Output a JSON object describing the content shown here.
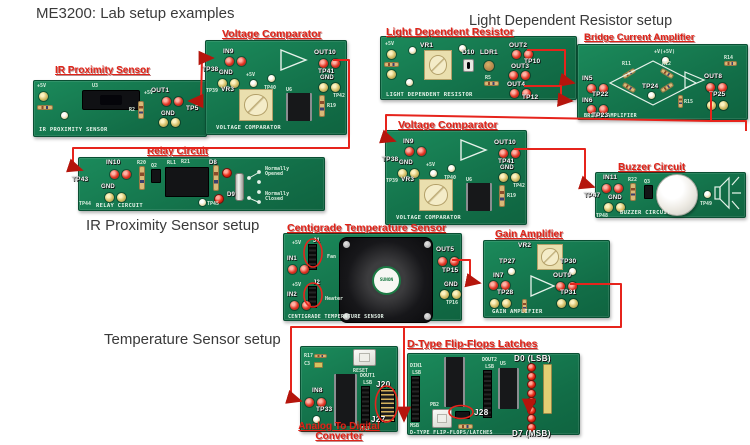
{
  "page": {
    "title": "ME3200:  Lab setup examples"
  },
  "section_titles": {
    "ldr": "Light Dependent Resistor setup",
    "ir": "IR Proximity Sensor setup",
    "temp": "Temperature Sensor setup"
  },
  "colors": {
    "board_green": "#15774e",
    "label_red": "#e02318",
    "wire_red": "#e6241c",
    "pad_red": "#e03322",
    "pad_yellow": "#d3bd64",
    "title_gray": "#3a3a3a"
  },
  "boards": {
    "ir_proximity": {
      "label": "IR Proximity Sensor",
      "silkscreen": "IR PROXIMITY SENSOR",
      "pins": {
        "p5v": "+5V",
        "u3": "U3",
        "r2": "R2",
        "out1": "OUT1",
        "tp5": "TP5",
        "gnd": "GND"
      }
    },
    "voltage_comparator": {
      "label": "Voltage Comparator",
      "silkscreen": "VOLTAGE COMPARATOR",
      "pins": {
        "in9": "IN9",
        "tp38": "TP38",
        "gnd": "GND",
        "tp39": "TP39",
        "p5v": "+5V",
        "vr3": "VR3",
        "tp40": "TP40",
        "u6": "U6",
        "r19": "R19",
        "out10": "OUT10",
        "tp41": "TP41",
        "tp42": "TP42"
      }
    },
    "light_dependent_resistor": {
      "label": "Light Dependent Resistor",
      "silkscreen": "LIGHT DEPENDENT RESISTOR",
      "pins": {
        "p5v": "+5V",
        "vr1": "VR1",
        "d10": "D10",
        "ldr1": "LDR1",
        "out2": "OUT2",
        "tp10": "TP10",
        "out3": "OUT3",
        "out4": "OUT4",
        "tp12": "TP12",
        "r5": "R5"
      }
    },
    "bridge_current_amplifier": {
      "label": "Bridge Current Amplifier",
      "silkscreen": "BRIDGE AMPLIFIER",
      "pins": {
        "pv": "+V(+5V)",
        "r11": "R11",
        "r12": "R12",
        "r14": "R14",
        "r15": "R15",
        "in5": "IN5",
        "tp22": "TP22",
        "in6": "IN6",
        "tp23": "TP23",
        "tp24": "TP24",
        "out8": "OUT8",
        "tp25": "TP25"
      }
    },
    "relay_circuit": {
      "label": "Relay Circuit",
      "silkscreen": "RELAY CIRCUIT",
      "pins": {
        "in10": "IN10",
        "tp43": "TP43",
        "gnd": "GND",
        "tp44": "TP44",
        "r20": "R20",
        "q2": "Q2",
        "rl1": "RL1",
        "r21": "R21",
        "d8": "D8",
        "tp45": "TP45",
        "d9": "D9",
        "normally_opened": "Normally Opened",
        "normally_closed": "Normally Closed"
      }
    },
    "buzzer_circuit": {
      "label": "Buzzer Circuit",
      "silkscreen": "BUZZER CIRCUIT",
      "pins": {
        "in11": "IN11",
        "tp47": "TP47",
        "gnd": "GND",
        "tp48": "TP48",
        "r22": "R22",
        "q3": "Q3",
        "tp49": "TP49"
      }
    },
    "centigrade_temperature_sensor": {
      "label": "Centigrade Temperature Sensor",
      "silkscreen": "CENTIGRADE TEMPERATURE SENSOR",
      "pins": {
        "p5v": "+5V",
        "j1": "J1",
        "in1": "IN1",
        "fan": "Fan",
        "j2": "J2",
        "in2": "IN2",
        "heater": "Heater",
        "out5": "OUT5",
        "tp15": "TP15",
        "gnd": "GND",
        "tp16": "TP16",
        "sunon": "SUNON"
      }
    },
    "gain_amplifier": {
      "label": "Gain Amplifier",
      "silkscreen": "GAIN AMPLIFIER",
      "pins": {
        "vr2": "VR2",
        "tp27": "TP27",
        "tp30": "TP30",
        "in7": "IN7",
        "tp28": "TP28",
        "out9": "OUT9",
        "tp31": "TP31"
      }
    },
    "adc": {
      "label_line1": "Analog To Digital",
      "label_line2": "Converter",
      "pins": {
        "r17": "R17",
        "c3": "C3",
        "reset": "RESET",
        "dout1": "DOUT1",
        "lsb": "LSB",
        "msb": "MSB",
        "j20": "J20",
        "j27": "J27",
        "in8": "IN8",
        "tp33": "TP33"
      }
    },
    "dtype": {
      "label": "D-Type Flip-Flops Latches",
      "silkscreen": "D-TYPE FLIP-FLOPS/LATCHES",
      "pins": {
        "din1": "DIN1",
        "lsb": "LSB",
        "msb": "MSB",
        "pb2": "PB2",
        "j28": "J28",
        "dout2": "DOUT2",
        "u5": "U5",
        "gr1": "GR1",
        "d0": "D0 (LSB)",
        "d7": "D7 (MSB)"
      }
    }
  },
  "connections": [
    {
      "from": "IR Proximity Sensor OUT1/TP5",
      "to": "Voltage Comparator IN9/TP38"
    },
    {
      "from": "Voltage Comparator OUT10/TP41",
      "to": "Relay Circuit IN10/TP43"
    },
    {
      "from": "Light Dependent Resistor OUT2/TP10",
      "to": "Bridge Current Amplifier IN5/TP22"
    },
    {
      "from": "Light Dependent Resistor OUT4/TP12",
      "to": "Bridge Current Amplifier IN6/TP23"
    },
    {
      "from": "Bridge Current Amplifier OUT8/TP25",
      "to": "Voltage Comparator IN9/TP38"
    },
    {
      "from": "Voltage Comparator OUT10/TP41",
      "to": "Buzzer Circuit IN11/TP47"
    },
    {
      "from": "Centigrade Temperature Sensor OUT5/TP15",
      "to": "Gain Amplifier IN7/TP28"
    },
    {
      "from": "Gain Amplifier OUT9/TP31",
      "to": "Analog To Digital Converter IN8/TP33"
    },
    {
      "from": "Analog To Digital Converter J20-J27",
      "to": "D-Type Flip-Flops Latches DIN1"
    },
    {
      "from": "D-Type Flip-Flops Latches output",
      "to": "D7 (MSB) LED"
    }
  ]
}
